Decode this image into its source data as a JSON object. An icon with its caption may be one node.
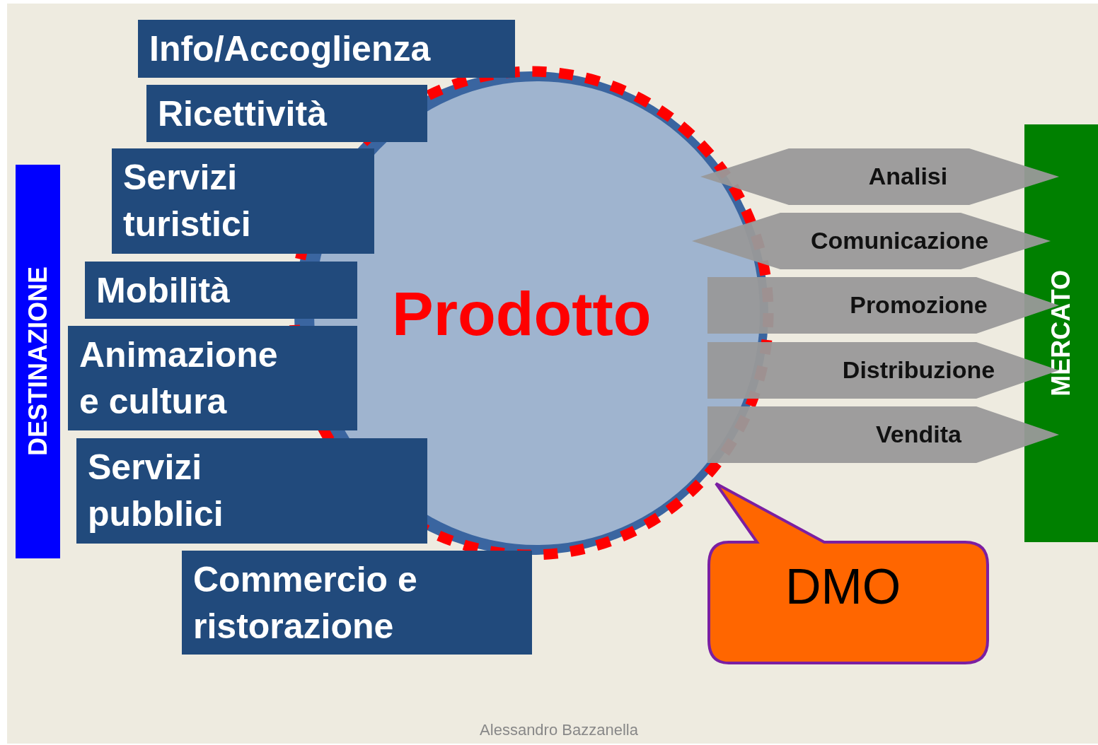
{
  "diagram": {
    "nodes": [
      {
        "text": [
          "DESTINAZIONE"
        ]
      },
      {
        "text": [
          "Info/Accoglienza"
        ]
      },
      {
        "text": [
          "Ricettività"
        ]
      },
      {
        "text": [
          "Servizi turistici"
        ]
      },
      {
        "text": [
          "Mobilità"
        ]
      },
      {
        "text": [
          "Animazione e cultura"
        ]
      },
      {
        "text": [
          "Servizi pubblici"
        ]
      },
      {
        "text": [
          "Commercio e ristorazione"
        ]
      },
      {
        "text": [
          "Prodotto"
        ]
      },
      {
        "text": [
          "Analisi"
        ]
      },
      {
        "text": [
          "Comunicazione"
        ]
      },
      {
        "text": [
          "Promozione"
        ]
      },
      {
        "text": [
          "Distribuzione"
        ]
      },
      {
        "text": [
          "Vendita"
        ]
      },
      {
        "text": [
          "MERCATO"
        ]
      },
      {
        "text": [
          "DMO"
        ]
      }
    ],
    "labels": [
      "Alessandro Bazzanella"
    ]
  }
}
